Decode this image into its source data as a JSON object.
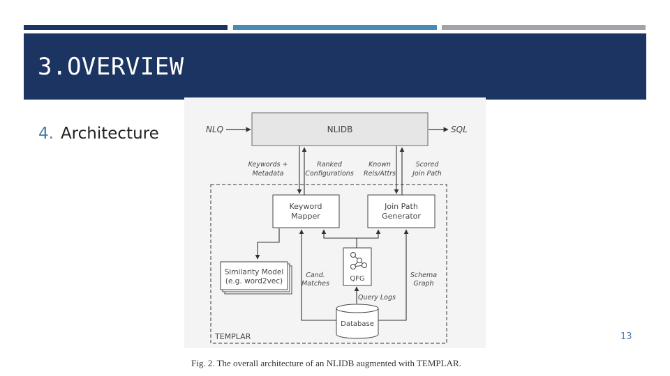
{
  "theme": {
    "header_bg": "#1c3461",
    "bar_colors": [
      "#1c3461",
      "#4a8ab8",
      "#a0a4a8"
    ],
    "accent": "#4a7fb0"
  },
  "slide": {
    "title": "3.OVERVIEW",
    "list_item": {
      "number": "4.",
      "text": "Architecture"
    },
    "page_number": "13"
  },
  "figure": {
    "inputs": {
      "nlq": "NLQ",
      "sql": "SQL"
    },
    "boxes": {
      "nlidb": "NLIDB",
      "keyword_mapper": [
        "Keyword",
        "Mapper"
      ],
      "join_path_generator": [
        "Join Path",
        "Generator"
      ],
      "similarity_model": [
        "Similarity Model",
        "(e.g. word2vec)"
      ],
      "qfg": "QFG",
      "database": "Database"
    },
    "edge_labels": {
      "keywords_metadata": [
        "Keywords +",
        "Metadata"
      ],
      "ranked_configurations": [
        "Ranked",
        "Configurations"
      ],
      "known_rels_attrs": [
        "Known",
        "Rels/Attrs"
      ],
      "scored_join_path": [
        "Scored",
        "Join Path"
      ],
      "cand_matches": [
        "Cand.",
        "Matches"
      ],
      "schema_graph": [
        "Schema",
        "Graph"
      ],
      "query_logs": "Query Logs"
    },
    "system_label": "TEMPLAR",
    "caption": "Fig. 2.   The overall architecture of an NLIDB augmented with TEMPLAR."
  }
}
